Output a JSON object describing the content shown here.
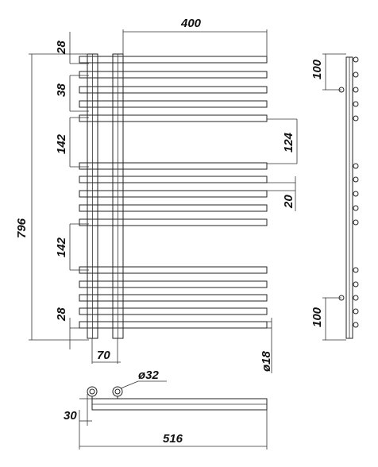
{
  "dimensions": {
    "width_top": "400",
    "top_offset": "28",
    "gap_small": "38",
    "upper_section": "142",
    "right_gap": "124",
    "bar_spacing": "20",
    "total_height": "796",
    "lower_section": "142",
    "bottom_offset": "28",
    "collector_spacing": "70",
    "bar_diameter": "ø18",
    "pipe_diameter": "ø32",
    "wall_offset": "30",
    "total_width": "516",
    "side_top": "100",
    "side_bottom": "100"
  }
}
